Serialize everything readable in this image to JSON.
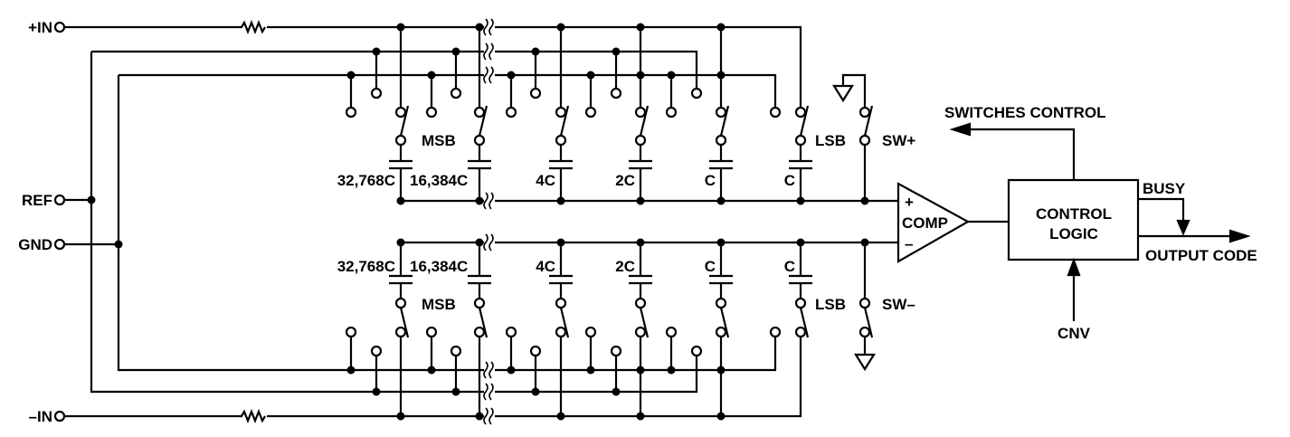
{
  "title": "SAR ADC capacitive DAC architecture",
  "colors": {
    "line": "#000000",
    "background": "#ffffff"
  },
  "pins": {
    "plus_in": "+IN",
    "minus_in": "–IN",
    "ref": "REF",
    "gnd": "GND",
    "cnv": "CNV"
  },
  "capacitors": [
    "32,768C",
    "16,384C",
    "4C",
    "2C",
    "C",
    "C"
  ],
  "bit_labels": {
    "msb": "MSB",
    "lsb": "LSB"
  },
  "switches": {
    "sw_plus": "SW+",
    "sw_minus": "SW–"
  },
  "comparator": {
    "label": "COMP",
    "plus": "+",
    "minus": "–"
  },
  "control": {
    "line1": "CONTROL",
    "line2": "LOGIC"
  },
  "signals": {
    "switches_control": "SWITCHES CONTROL",
    "busy": "BUSY",
    "output_code": "OUTPUT CODE"
  }
}
